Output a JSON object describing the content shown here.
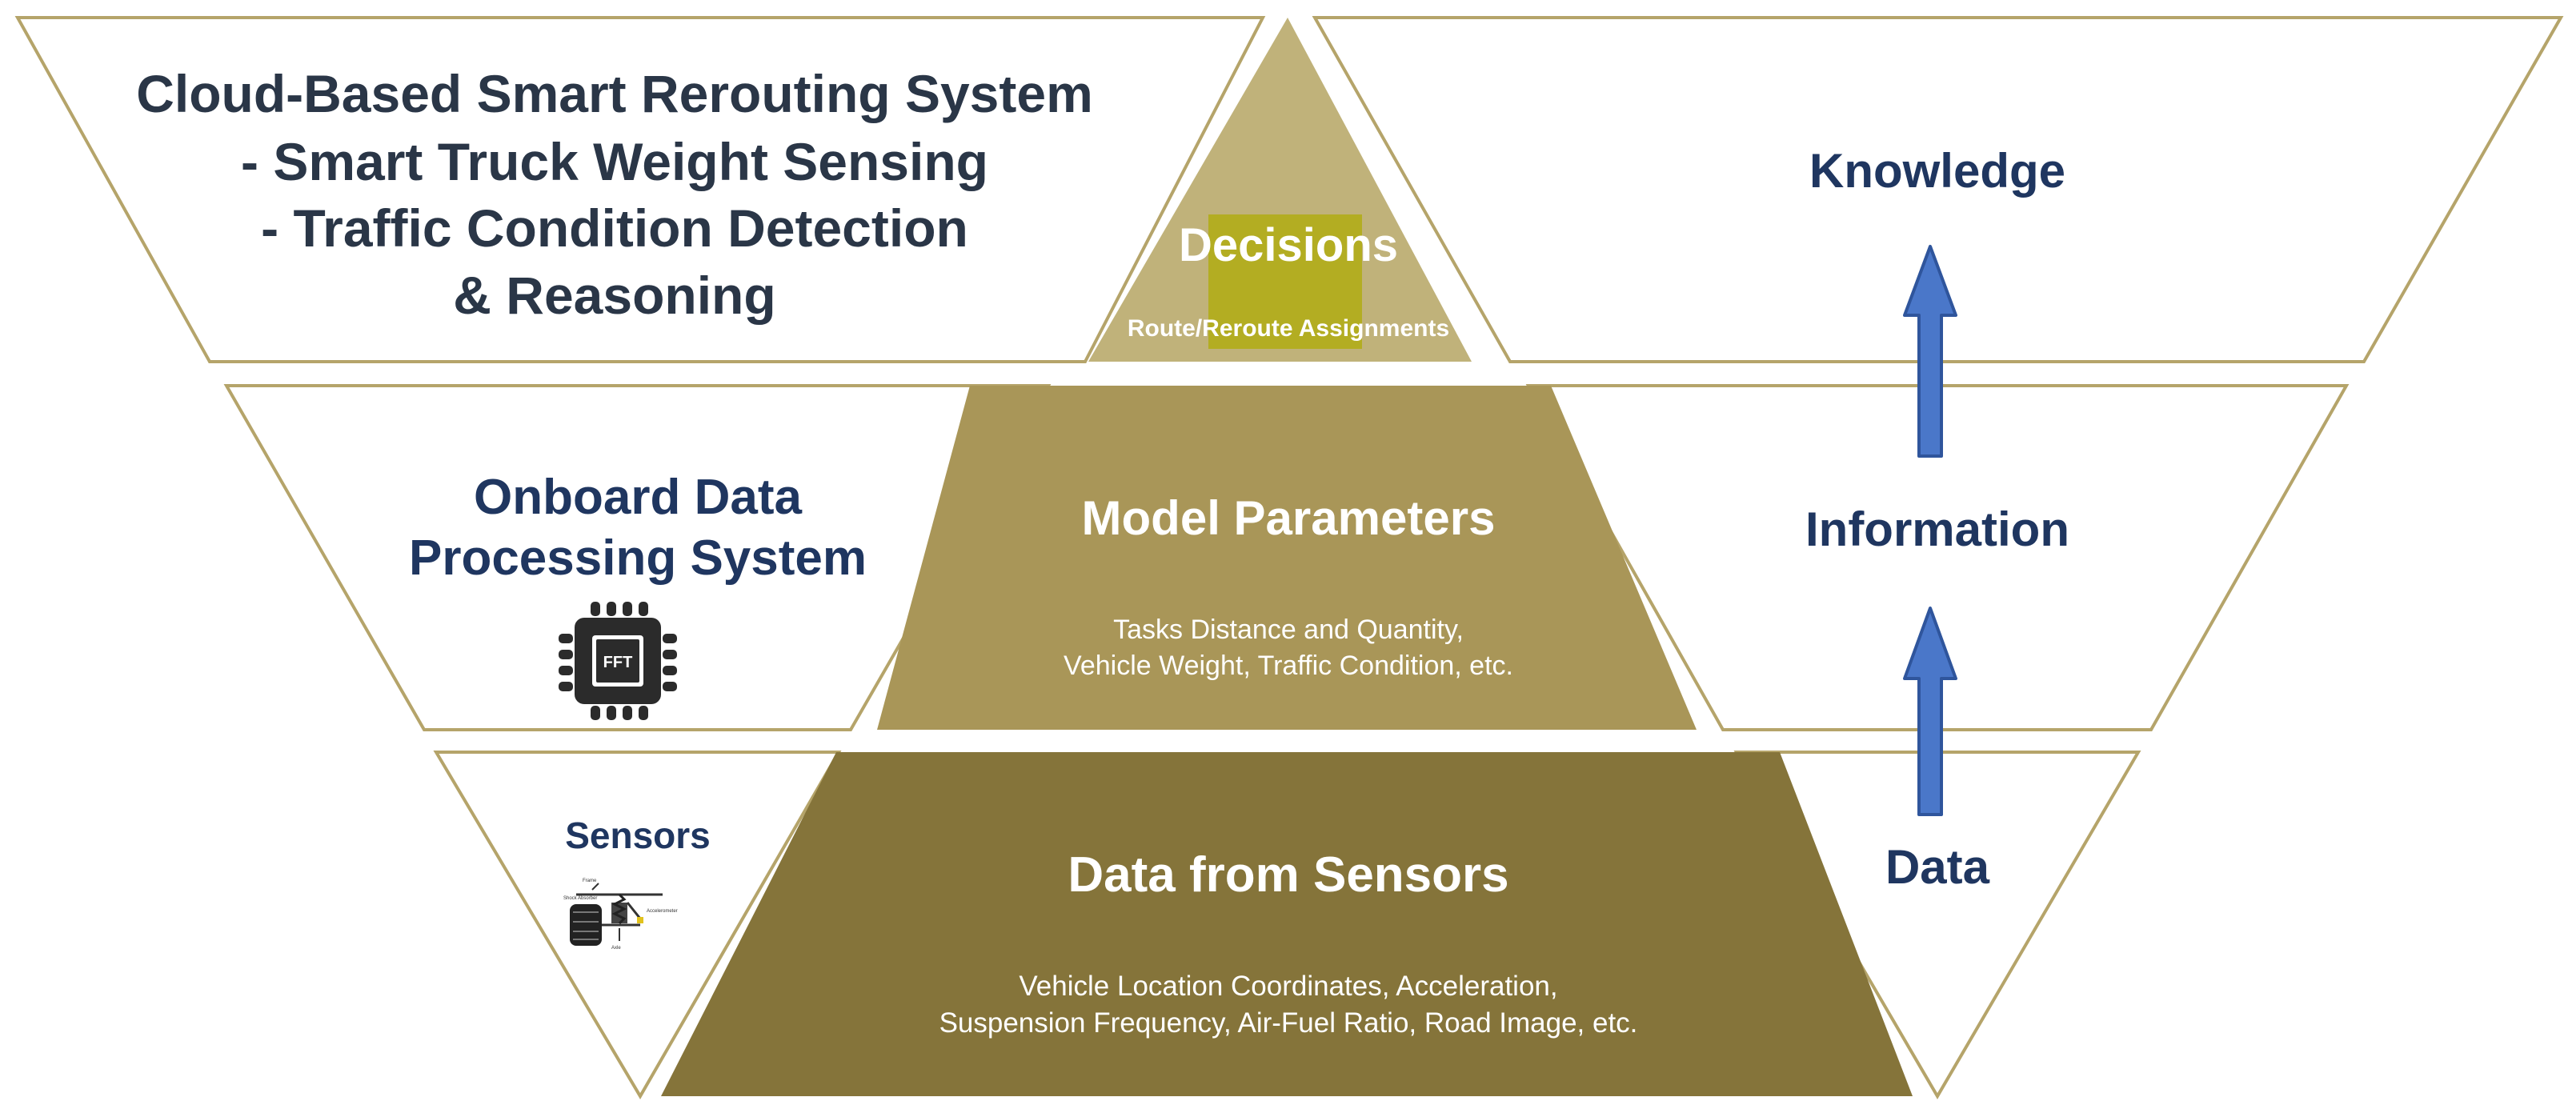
{
  "left": {
    "top_title_lines": [
      "Cloud-Based Smart Rerouting System",
      "- Smart Truck Weight Sensing",
      "- Traffic Condition Detection",
      "& Reasoning"
    ],
    "middle_title_lines": [
      "Onboard Data",
      "Processing System"
    ],
    "chip_label": "FFT",
    "bottom_title": "Sensors",
    "suspension_labels": [
      "Frame",
      "Shock Absorber",
      "Accelerometer",
      "Axle"
    ]
  },
  "pyramid": {
    "top": {
      "title": "Decisions",
      "subtitle": "Route/Reroute Assignments"
    },
    "middle": {
      "title": "Model Parameters",
      "lines": [
        "Tasks Distance and Quantity,",
        "Vehicle Weight, Traffic Condition, etc."
      ]
    },
    "bottom": {
      "title": "Data from Sensors",
      "lines": [
        "Vehicle Location Coordinates, Acceleration,",
        "Suspension Frequency, Air-Fuel Ratio, Road Image, etc."
      ]
    }
  },
  "right": {
    "top": "Knowledge",
    "middle": "Information",
    "bottom": "Data"
  },
  "colors": {
    "outline": "#b5a46a",
    "tier_top": "#c0b27a",
    "tier_middle": "#a99658",
    "tier_bottom": "#85743a",
    "highlight": "#b3ad22",
    "arrow": "#4a77c9",
    "arrow_edge": "#2f559c",
    "navy_text": "#1f3660",
    "slate_text": "#2a3647"
  }
}
